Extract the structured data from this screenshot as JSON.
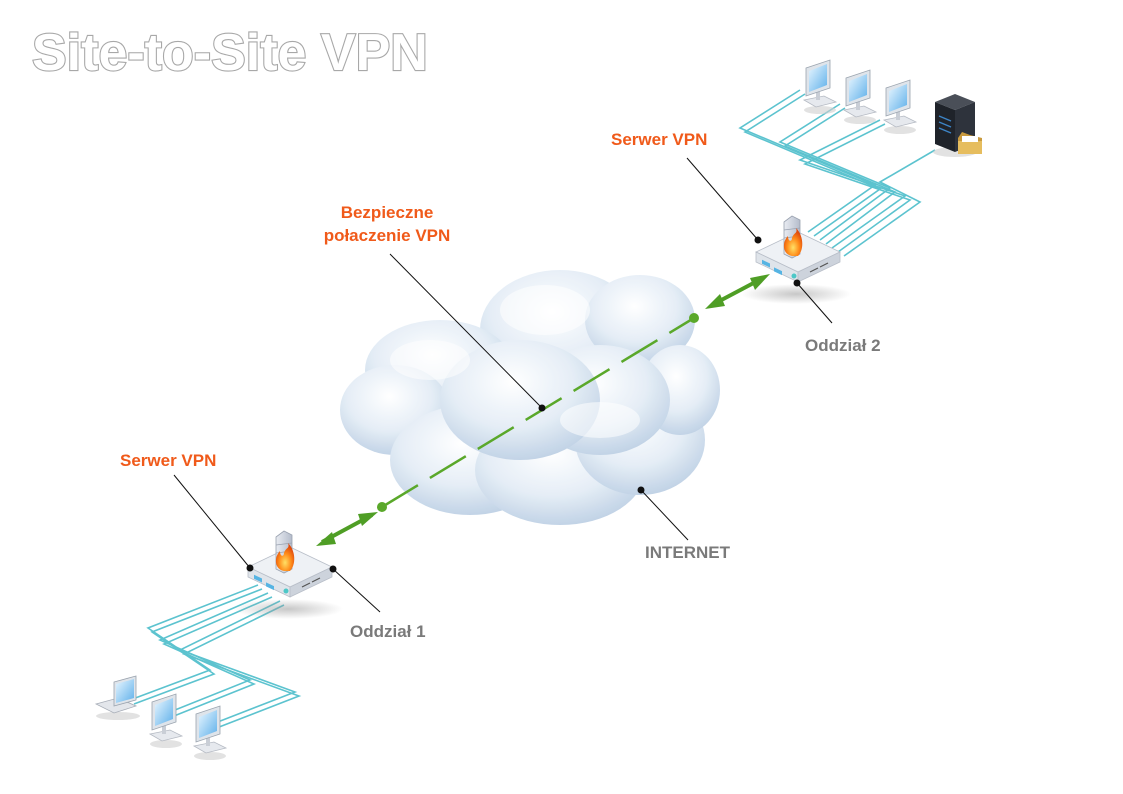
{
  "title": "Site-to-Site VPN",
  "labels": {
    "vpn_server_top": "Serwer VPN",
    "vpn_server_bottom": "Serwer VPN",
    "secure_connection_line1": "Bezpieczne",
    "secure_connection_line2": "połaczenie VPN",
    "branch_2": "Oddział 2",
    "branch_1": "Oddział 1",
    "internet": "INTERNET"
  },
  "colors": {
    "label_accent": "#f05a1a",
    "label_gray": "#7a7a7a",
    "cable": "#5cc3cf",
    "vpn_tunnel": "#5aa82a",
    "cloud": "#d8e6f3"
  },
  "icons": [
    "monitor-icon",
    "laptop-icon",
    "server-tower-icon",
    "folder-icon",
    "firewall-icon",
    "router-icon",
    "cloud-icon",
    "double-arrow-icon"
  ]
}
